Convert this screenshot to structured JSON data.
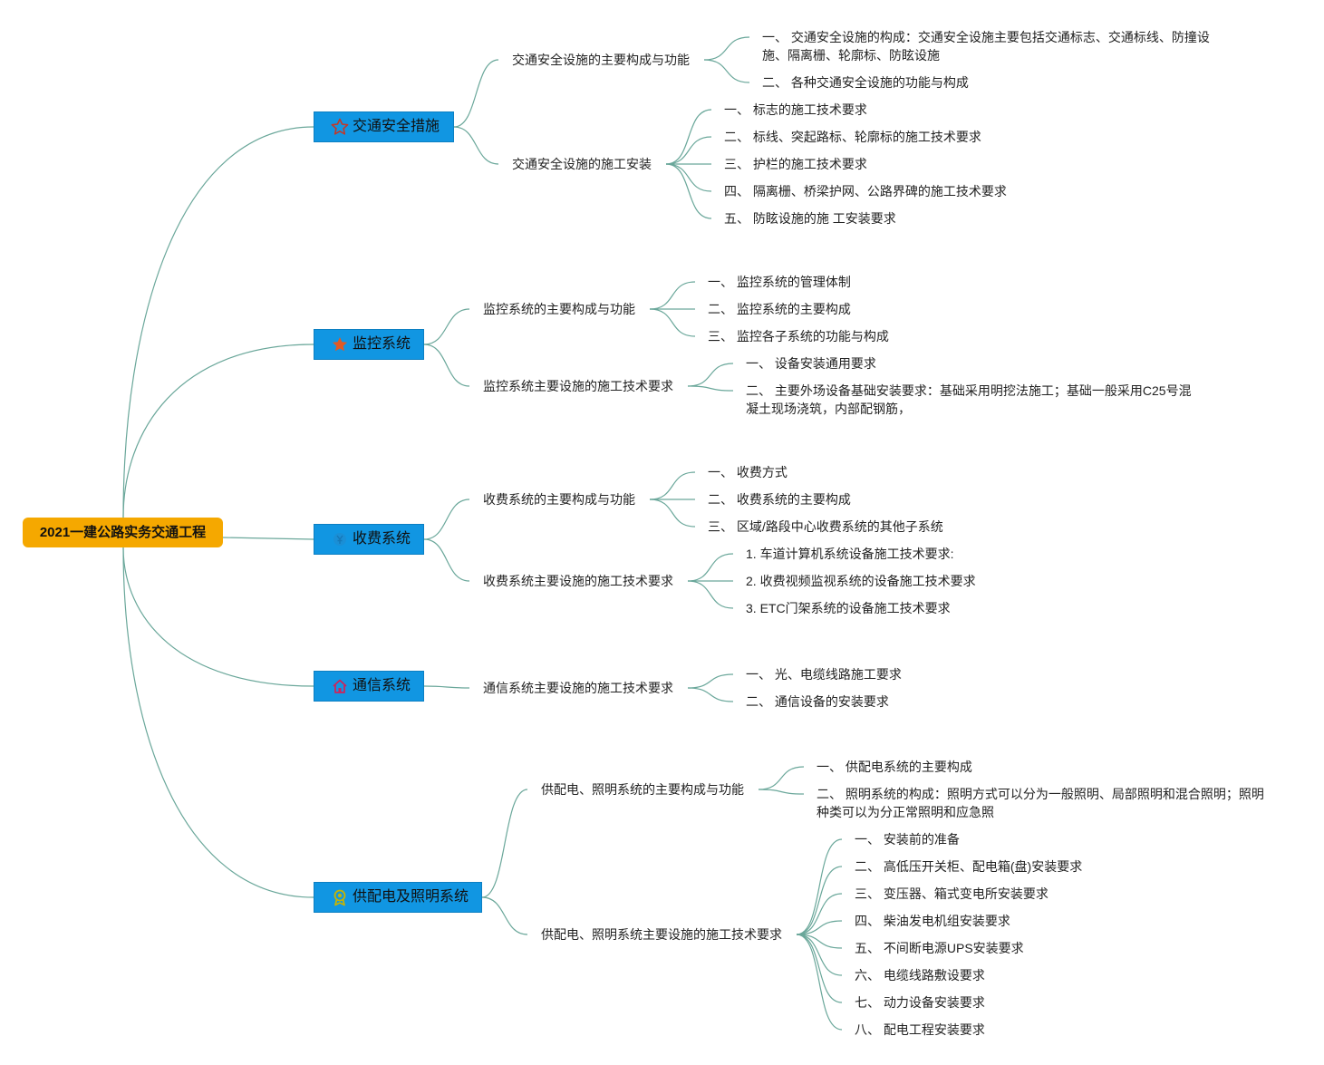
{
  "root": {
    "label": "2021一建公路实务交通工程"
  },
  "categories": [
    {
      "label": "交通安全措施",
      "icon": "star-outline-icon",
      "subs": [
        {
          "label": "交通安全设施的主要构成与功能",
          "items": [
            "一、 交通安全设施的构成：交通安全设施主要包括交通标志、交通标线、防撞设施、隔离栅、轮廓标、防眩设施",
            "二、 各种交通安全设施的功能与构成"
          ]
        },
        {
          "label": "交通安全设施的施工安装",
          "items": [
            "一、 标志的施工技术要求",
            "二、 标线、突起路标、轮廓标的施工技术要求",
            "三、 护栏的施工技术要求",
            "四、 隔离栅、桥梁护网、公路界碑的施工技术要求",
            "五、 防眩设施的施 工安装要求"
          ]
        }
      ]
    },
    {
      "label": "监控系统",
      "icon": "star-filled-icon",
      "subs": [
        {
          "label": "监控系统的主要构成与功能",
          "items": [
            "一、 监控系统的管理体制",
            "二、 监控系统的主要构成",
            "三、 监控各子系统的功能与构成"
          ]
        },
        {
          "label": "监控系统主要设施的施工技术要求",
          "items": [
            "一、 设备安装通用要求",
            "二、 主要外场设备基础安装要求：基础采用明挖法施工；基础一般采用C25号混凝土现场浇筑，内部配钢筋，"
          ]
        }
      ]
    },
    {
      "label": "收费系统",
      "icon": "money-icon",
      "subs": [
        {
          "label": "收费系统的主要构成与功能",
          "items": [
            "一、 收费方式",
            "二、 收费系统的主要构成",
            "三、 区域/路段中心收费系统的其他子系统"
          ]
        },
        {
          "label": "收费系统主要设施的施工技术要求",
          "items": [
            "1. 车道计算机系统设备施工技术要求:",
            "2. 收费视频监视系统的设备施工技术要求",
            "3. ETC门架系统的设备施工技术要求"
          ]
        }
      ]
    },
    {
      "label": "通信系统",
      "icon": "home-icon",
      "subs": [
        {
          "label": "通信系统主要设施的施工技术要求",
          "items": [
            "一、 光、电缆线路施工要求",
            "二、 通信设备的安装要求"
          ]
        }
      ]
    },
    {
      "label": "供配电及照明系统",
      "icon": "award-icon",
      "subs": [
        {
          "label": "供配电、照明系统的主要构成与功能",
          "items": [
            "一、 供配电系统的主要构成",
            "二、 照明系统的构成：照明方式可以分为一般照明、局部照明和混合照明；照明种类可以为分正常照明和应急照"
          ]
        },
        {
          "label": "供配电、照明系统主要设施的施工技术要求",
          "items": [
            "一、 安装前的准备",
            "二、 高低压开关柜、配电箱(盘)安装要求",
            "三、 变压器、箱式变电所安装要求",
            "四、 柴油发电机组安装要求",
            "五、 不间断电源UPS安装要求",
            "六、 电缆线路敷设要求",
            "七、 动力设备安装要求",
            "八、 配电工程安装要求"
          ]
        }
      ]
    }
  ],
  "colors": {
    "root_bg": "#f5a800",
    "category_bg": "#1196e2",
    "connector": "#6aa79a"
  }
}
